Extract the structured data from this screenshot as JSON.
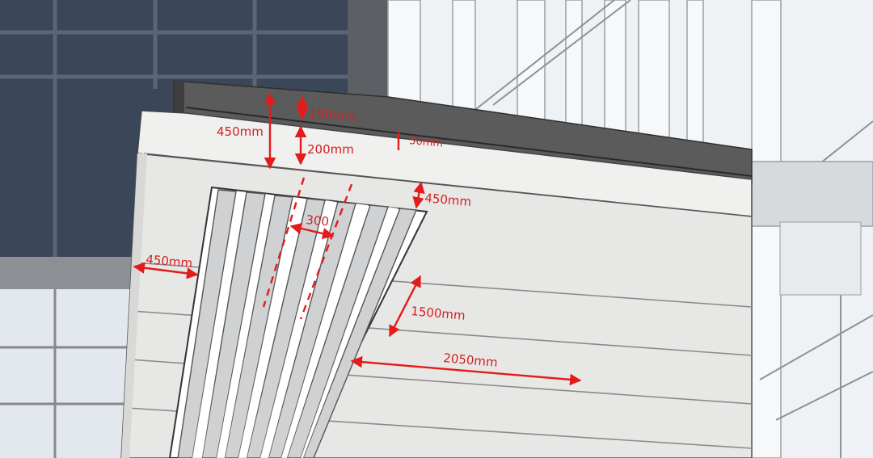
{
  "annotations": {
    "d_450_top": "450mm",
    "d_150": "150mm",
    "d_200": "200mm",
    "d_50": "50mm",
    "d_450_right": "450mm",
    "d_300": "300",
    "d_450_left": "450mm",
    "d_1500": "1500mm",
    "d_2050": "2050mm"
  },
  "colors": {
    "dimension": "#e31b1b",
    "dark_glazing": "#3a4658",
    "canopy_face": "#e8e8e6",
    "canopy_fascia": "#565656"
  }
}
